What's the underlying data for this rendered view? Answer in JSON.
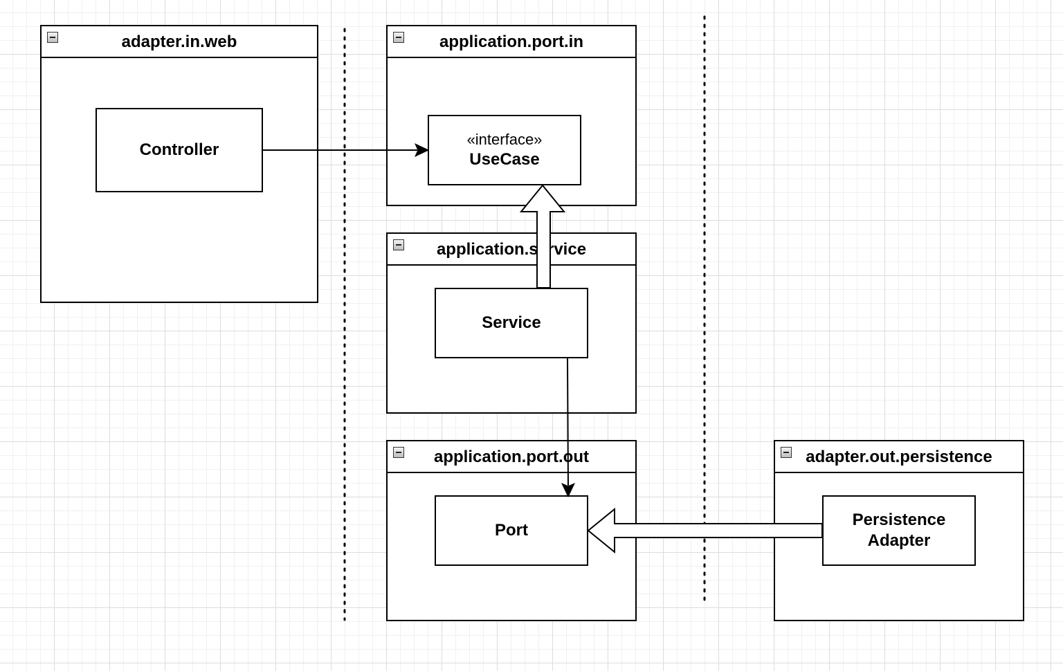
{
  "packages": {
    "adapter_in_web": {
      "title": "adapter.in.web"
    },
    "application_port_in": {
      "title": "application.port.in"
    },
    "application_service": {
      "title": "application.service"
    },
    "application_port_out": {
      "title": "application.port.out"
    },
    "adapter_out_persistence": {
      "title": "adapter.out.persistence"
    }
  },
  "classes": {
    "controller": {
      "name": "Controller"
    },
    "usecase": {
      "stereotype": "«interface»",
      "name": "UseCase"
    },
    "service": {
      "name": "Service"
    },
    "port": {
      "name": "Port"
    },
    "persistence_adapter": {
      "name_line1": "Persistence",
      "name_line2": "Adapter"
    }
  },
  "relations": [
    {
      "from": "Controller",
      "to": "UseCase",
      "kind": "dependency"
    },
    {
      "from": "Service",
      "to": "UseCase",
      "kind": "realization"
    },
    {
      "from": "Service",
      "to": "Port",
      "kind": "dependency"
    },
    {
      "from": "Persistence Adapter",
      "to": "Port",
      "kind": "realization"
    }
  ],
  "colors": {
    "grid": "#dcdcdc",
    "stroke": "#000000",
    "fill": "#ffffff"
  }
}
